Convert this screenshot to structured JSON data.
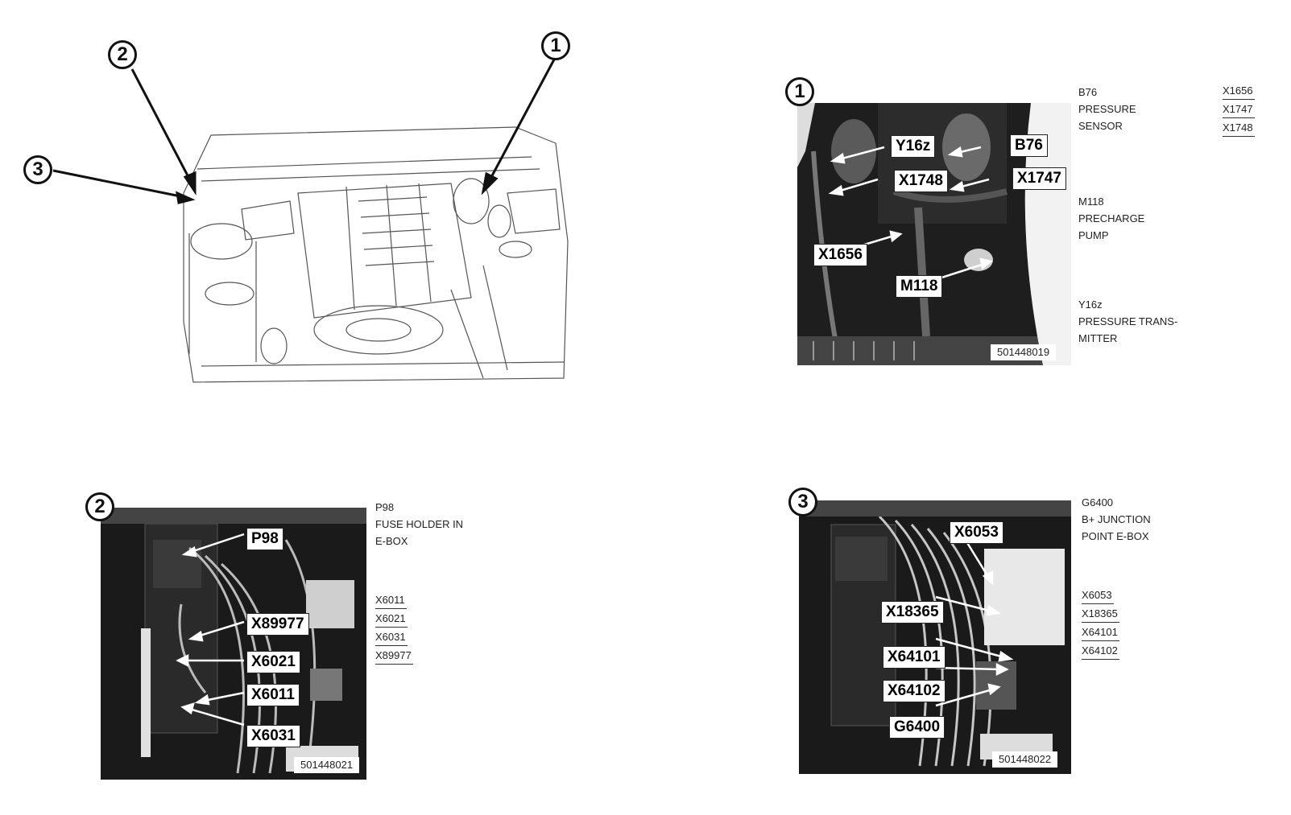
{
  "overview": {
    "markers": [
      "1",
      "2",
      "3"
    ]
  },
  "panel1": {
    "marker": "1",
    "callouts": [
      "Y16z",
      "B76",
      "X1748",
      "X1747",
      "X1656",
      "M118"
    ],
    "figure_number": "501448019",
    "legend": [
      [
        "B76",
        "PRESSURE",
        "SENSOR"
      ],
      [
        "M118",
        "PRECHARGE",
        "PUMP"
      ],
      [
        "Y16z",
        "PRESSURE TRANS-",
        "MITTER"
      ]
    ],
    "connectors": [
      "X1656",
      "X1747",
      "X1748"
    ]
  },
  "panel2": {
    "marker": "2",
    "callouts": [
      "P98",
      "X89977",
      "X6021",
      "X6011",
      "X6031"
    ],
    "figure_number": "501448021",
    "legend": [
      "P98",
      "FUSE HOLDER IN",
      "E-BOX"
    ],
    "connectors": [
      "X6011",
      "X6021",
      "X6031",
      "X89977"
    ]
  },
  "panel3": {
    "marker": "3",
    "callouts": [
      "X6053",
      "X18365",
      "X64101",
      "X64102",
      "G6400"
    ],
    "figure_number": "501448022",
    "legend": [
      "G6400",
      "B+ JUNCTION",
      "POINT E-BOX"
    ],
    "connectors": [
      "X6053",
      "X18365",
      "X64101",
      "X64102"
    ]
  }
}
